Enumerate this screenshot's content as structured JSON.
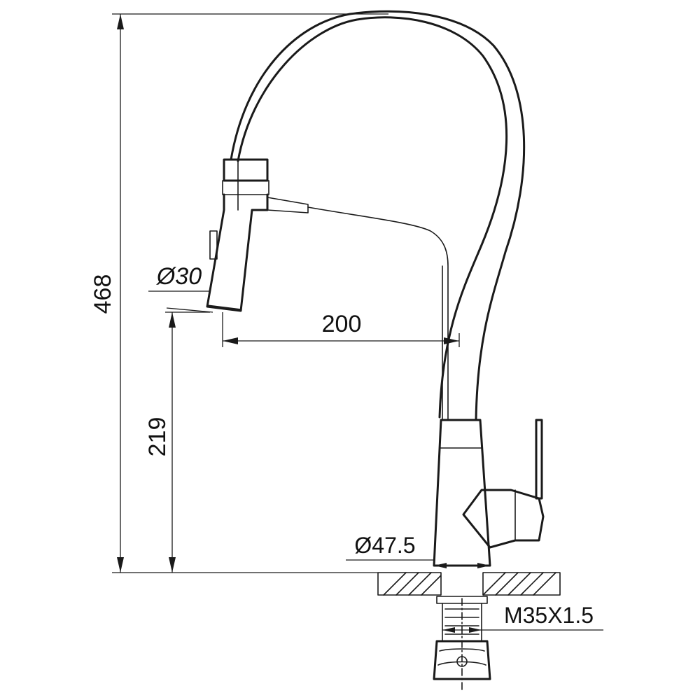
{
  "dimensions": {
    "total_height": "468",
    "spout_height": "219",
    "reach": "200",
    "spray_head_diameter": "Ø30",
    "base_diameter": "Ø47.5",
    "thread": "M35X1.5"
  }
}
